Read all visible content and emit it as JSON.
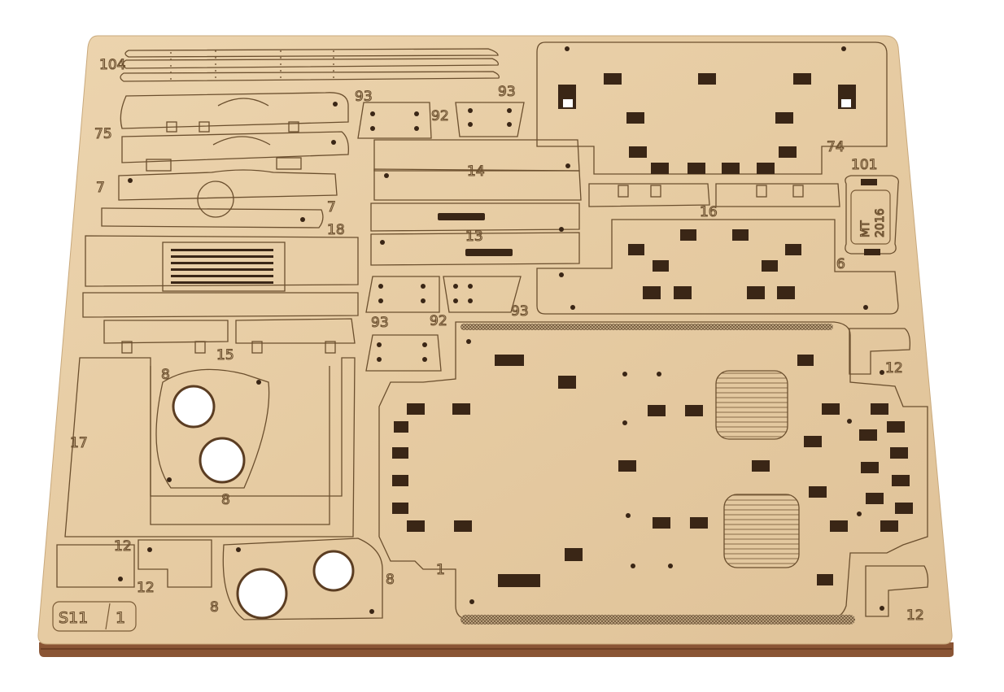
{
  "sheet": {
    "id_code": "S11",
    "id_page": "1"
  },
  "part_labels": [
    {
      "key": "p104",
      "text": "104"
    },
    {
      "key": "p93a",
      "text": "93"
    },
    {
      "key": "p93b",
      "text": "93"
    },
    {
      "key": "p92a",
      "text": "92"
    },
    {
      "key": "p75",
      "text": "75"
    },
    {
      "key": "p7a",
      "text": "7"
    },
    {
      "key": "p7b",
      "text": "7"
    },
    {
      "key": "p18",
      "text": "18"
    },
    {
      "key": "p14",
      "text": "14"
    },
    {
      "key": "p13",
      "text": "13"
    },
    {
      "key": "p16",
      "text": "16"
    },
    {
      "key": "p74",
      "text": "74"
    },
    {
      "key": "p101",
      "text": "101"
    },
    {
      "key": "p6",
      "text": "6"
    },
    {
      "key": "p93c",
      "text": "93"
    },
    {
      "key": "p92b",
      "text": "92"
    },
    {
      "key": "p93d",
      "text": "93"
    },
    {
      "key": "p15",
      "text": "15"
    },
    {
      "key": "p17",
      "text": "17"
    },
    {
      "key": "p8a",
      "text": "8"
    },
    {
      "key": "p8b",
      "text": "8"
    },
    {
      "key": "p8c",
      "text": "8"
    },
    {
      "key": "p8d",
      "text": "8"
    },
    {
      "key": "p12a",
      "text": "12"
    },
    {
      "key": "p12b",
      "text": "12"
    },
    {
      "key": "p12c",
      "text": "12"
    },
    {
      "key": "p12d",
      "text": "12"
    },
    {
      "key": "p1",
      "text": "1"
    }
  ],
  "plate_engraving": {
    "left": "MT",
    "right": "2016"
  },
  "colors": {
    "wood_face": "#e6cba2",
    "wood_edge": "#8a5535",
    "cut_line": "#6b4f2e",
    "slot": "#3a2616"
  }
}
